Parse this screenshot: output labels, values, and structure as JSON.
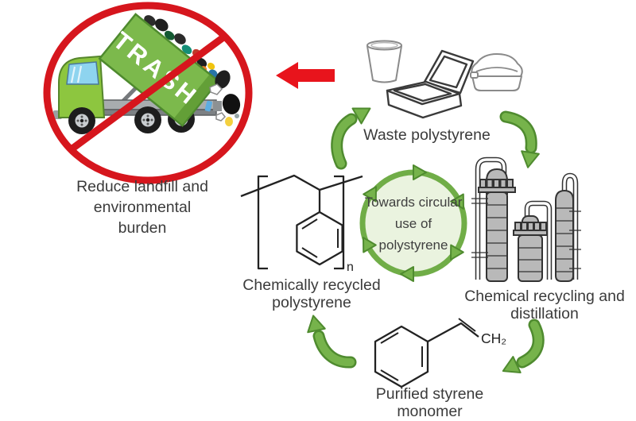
{
  "prohibition": {
    "caption_lines": [
      "Reduce landfill and",
      "environmental",
      "burden"
    ],
    "trash_label": "TRASH",
    "ring_color": "#d6161d"
  },
  "transfer_arrow_color": "#e8141c",
  "stages": {
    "waste_polystyrene": {
      "label": "Waste polystyrene"
    },
    "chemical_recycling": {
      "label_lines": [
        "Chemical recycling and",
        "distillation"
      ]
    },
    "purified_styrene": {
      "label_lines": [
        "Purified styrene",
        "monomer"
      ],
      "formula_group": "CH₂"
    },
    "recycled_polystyrene": {
      "label_lines": [
        "Chemically recycled",
        "polystyrene"
      ],
      "repeat_subscript": "n"
    }
  },
  "center_badge": {
    "lines": [
      "Towards circular",
      "use of",
      "polystyrene"
    ],
    "fill": "#eaf3df",
    "ring_color": "#70ad47"
  },
  "cycle_arrow_color": "#76b34b",
  "column_color": "#b9b9b9",
  "truck_color": "#8dc63f",
  "dumpster_color": "#7cb94c"
}
